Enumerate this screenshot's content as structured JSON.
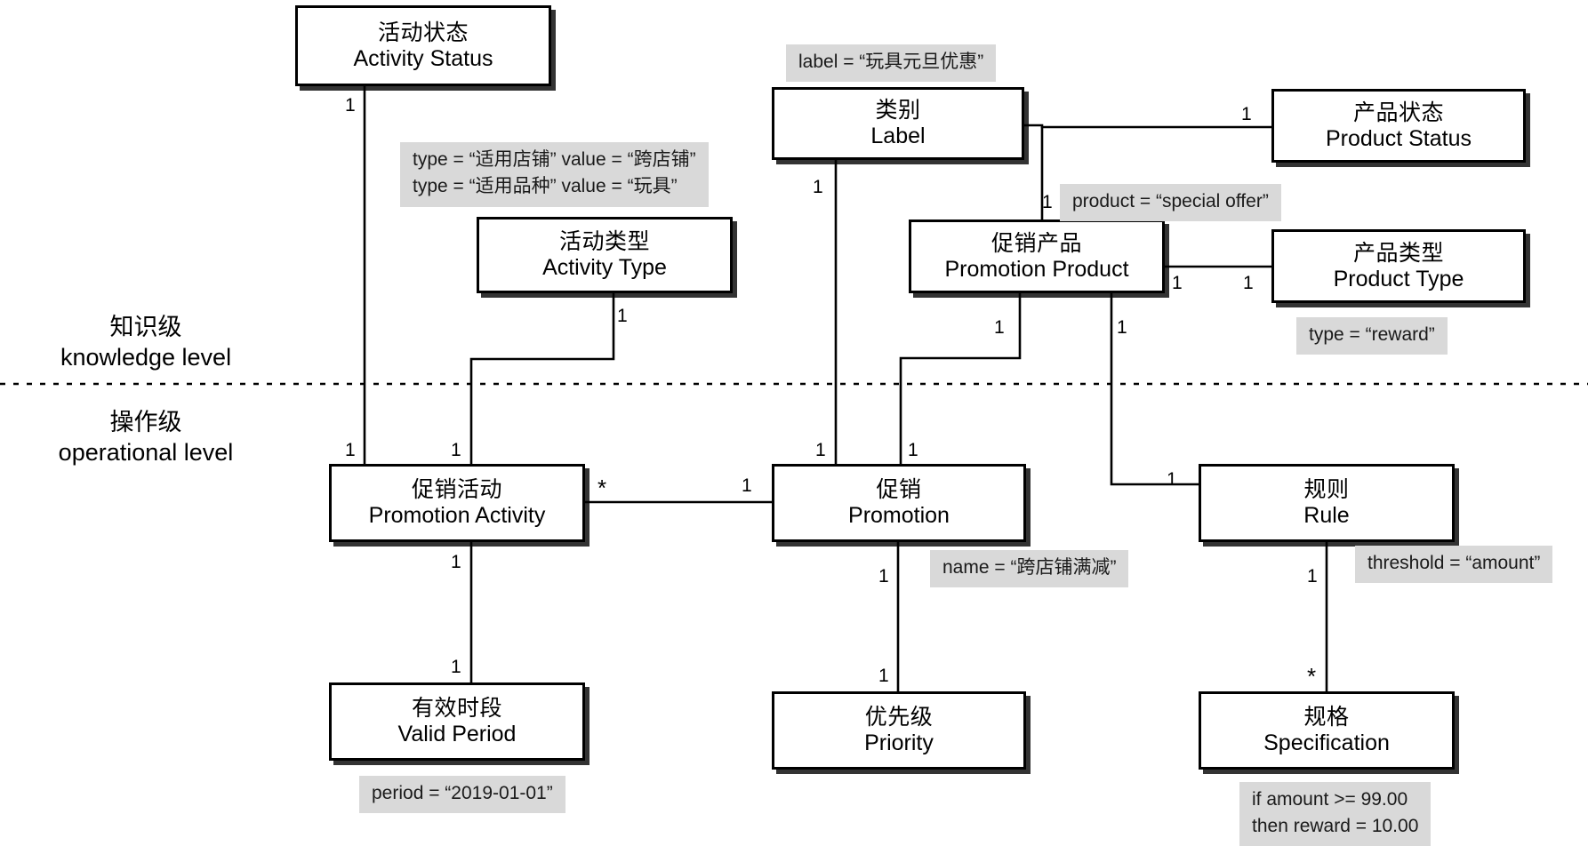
{
  "diagram": {
    "title": "Promotion knowledge/operational level model",
    "levels": [
      {
        "id": "knowledge",
        "cn": "知识级",
        "en": "knowledge level"
      },
      {
        "id": "operational",
        "cn": "操作级",
        "en": "operational level"
      }
    ],
    "nodes": [
      {
        "id": "activity-status",
        "cn": "活动状态",
        "en": "Activity Status"
      },
      {
        "id": "label",
        "cn": "类别",
        "en": "Label"
      },
      {
        "id": "product-status",
        "cn": "产品状态",
        "en": "Product Status"
      },
      {
        "id": "activity-type",
        "cn": "活动类型",
        "en": "Activity Type"
      },
      {
        "id": "promotion-product",
        "cn": "促销产品",
        "en": "Promotion Product"
      },
      {
        "id": "product-type",
        "cn": "产品类型",
        "en": "Product Type"
      },
      {
        "id": "promotion-activity",
        "cn": "促销活动",
        "en": "Promotion Activity"
      },
      {
        "id": "promotion",
        "cn": "促销",
        "en": "Promotion"
      },
      {
        "id": "rule",
        "cn": "规则",
        "en": "Rule"
      },
      {
        "id": "valid-period",
        "cn": "有效时段",
        "en": "Valid Period"
      },
      {
        "id": "priority",
        "cn": "优先级",
        "en": "Priority"
      },
      {
        "id": "specification",
        "cn": "规格",
        "en": "Specification"
      }
    ],
    "notes": [
      {
        "id": "note-label",
        "lines": [
          "label = “玩具元旦优惠”"
        ]
      },
      {
        "id": "note-activity-type",
        "lines": [
          "type = “适用店铺” value = “跨店铺”",
          "type = “适用品种” value = “玩具”"
        ]
      },
      {
        "id": "note-product",
        "lines": [
          "product = “special offer”"
        ]
      },
      {
        "id": "note-product-type",
        "lines": [
          "type = “reward”"
        ]
      },
      {
        "id": "note-promotion",
        "lines": [
          "name = “跨店铺满减”"
        ]
      },
      {
        "id": "note-rule",
        "lines": [
          "threshold = “amount”"
        ]
      },
      {
        "id": "note-valid-period",
        "lines": [
          "period = “2019-01-01”"
        ]
      },
      {
        "id": "note-specification",
        "lines": [
          "if amount >= 99.00",
          "then reward = 10.00"
        ]
      }
    ],
    "multiplicities": [
      {
        "id": "m-activity-status-1",
        "value": "1"
      },
      {
        "id": "m-label-1",
        "value": "1"
      },
      {
        "id": "m-product-status-1",
        "value": "1"
      },
      {
        "id": "m-promotion-product-left",
        "value": "1"
      },
      {
        "id": "m-activity-type-1",
        "value": "1"
      },
      {
        "id": "m-promotion-product-r1",
        "value": "1"
      },
      {
        "id": "m-product-type-1",
        "value": "1"
      },
      {
        "id": "m-promotion-product-b1",
        "value": "1"
      },
      {
        "id": "m-promotion-product-b2",
        "value": "1"
      },
      {
        "id": "m-promotion-activity-t1",
        "value": "1"
      },
      {
        "id": "m-promotion-activity-t2",
        "value": "1"
      },
      {
        "id": "m-promotion-t1",
        "value": "1"
      },
      {
        "id": "m-promotion-t2",
        "value": "1"
      },
      {
        "id": "m-assoc-star",
        "value": "*"
      },
      {
        "id": "m-assoc-one",
        "value": "1"
      },
      {
        "id": "m-rule-left",
        "value": "1"
      },
      {
        "id": "m-promotion-activity-b",
        "value": "1"
      },
      {
        "id": "m-valid-period-top",
        "value": "1"
      },
      {
        "id": "m-promotion-b",
        "value": "1"
      },
      {
        "id": "m-priority-top",
        "value": "1"
      },
      {
        "id": "m-rule-b",
        "value": "1"
      },
      {
        "id": "m-specification-top",
        "value": "*"
      }
    ],
    "colors": {
      "background": "#ffffff",
      "stroke": "#000000",
      "note_fill": "#d9d9d9"
    }
  }
}
